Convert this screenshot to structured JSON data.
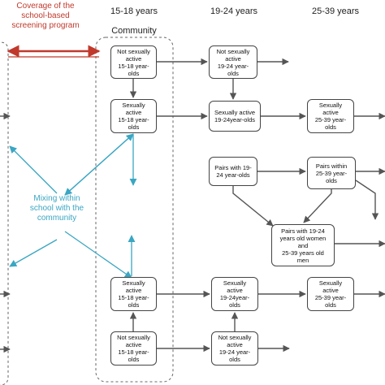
{
  "headers": {
    "coverage_line1": "Coverage of the",
    "coverage_line2": "school-based",
    "coverage_line3": "screening program",
    "age_15_18": "15-18 years",
    "age_19_24": "19-24 years",
    "age_25_39": "25-39 years",
    "community": "Community"
  },
  "mixing": {
    "line1": "Mixing within",
    "line2": "school with the",
    "line3": "community"
  },
  "nodes": {
    "n_top_15": [
      "Not sexually",
      "active",
      "15-18 year-",
      "olds"
    ],
    "n_top_19": [
      "Not sexually",
      "active",
      "19-24 year-",
      "olds"
    ],
    "s_top_15": [
      "Sexually",
      "active",
      "15-18 year-",
      "olds"
    ],
    "s_top_19": [
      "Sexually active",
      "19-24year-olds"
    ],
    "s_top_25": [
      "Sexually",
      "active",
      "25-39 year-",
      "olds"
    ],
    "p_19": [
      "Pairs with 19-",
      "24 year-olds"
    ],
    "p_25": [
      "Pairs within",
      "25-39 year-",
      "olds"
    ],
    "p_mix": [
      "Pairs with 19-24",
      "years old women",
      "and",
      "25-39 years old",
      "men"
    ],
    "s_bot_15": [
      "Sexually",
      "active",
      "15-18 year-",
      "olds"
    ],
    "s_bot_19": [
      "Sexually",
      "active",
      "19-24year-",
      "olds"
    ],
    "s_bot_25": [
      "Sexually",
      "active",
      "25-39 year-",
      "olds"
    ],
    "n_bot_15": [
      "Not sexually",
      "active",
      "15-18 year-",
      "olds"
    ],
    "n_bot_19": [
      "Not sexually",
      "active",
      "19-24 year-",
      "olds"
    ]
  },
  "colors": {
    "node_border": "#444444",
    "arrow": "#555555",
    "coverage_red": "#c0392b",
    "mixing_teal": "#3aa6c2",
    "dashed_frame": "#666666"
  }
}
